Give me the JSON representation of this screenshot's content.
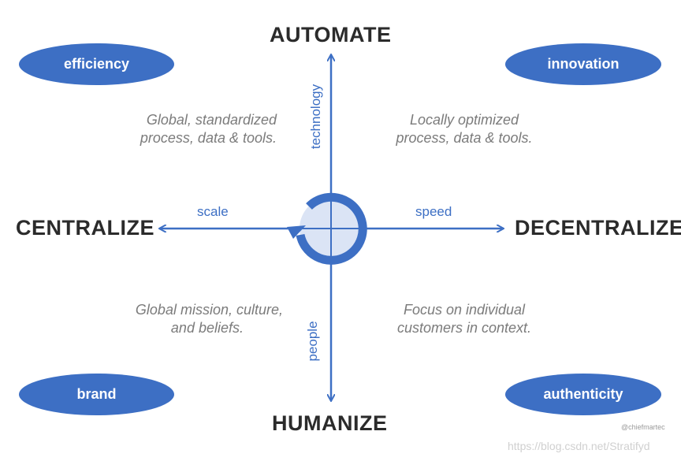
{
  "axes": {
    "top": "AUTOMATE",
    "bottom": "HUMANIZE",
    "left": "CENTRALIZE",
    "right": "DECENTRALIZE"
  },
  "arrow_labels": {
    "up": "technology",
    "down": "people",
    "left": "scale",
    "right": "speed"
  },
  "pills": {
    "top_left": "efficiency",
    "top_right": "innovation",
    "bottom_left": "brand",
    "bottom_right": "authenticity"
  },
  "quadrants": {
    "top_left": [
      "Global, standardized",
      "process, data & tools."
    ],
    "top_right": [
      "Locally optimized",
      "process, data & tools."
    ],
    "bottom_left": [
      "Global mission, culture,",
      "and beliefs."
    ],
    "bottom_right": [
      "Focus on individual",
      "customers in context."
    ]
  },
  "credit": "@chiefmartec",
  "watermark": "https://blog.csdn.net/Stratifyd",
  "colors": {
    "accent": "#3d6fc4",
    "circle_fill": "#dbe4f5",
    "heading": "#2b2b2b",
    "body_text": "#7b7b7b"
  }
}
